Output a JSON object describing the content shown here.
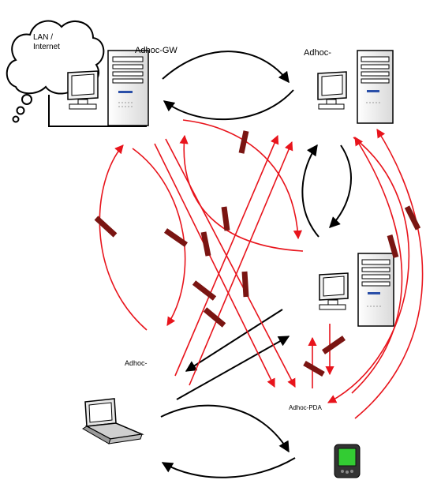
{
  "nodes": {
    "lan": {
      "label_line1": "LAN /",
      "label_line2": "Internet",
      "icon": "cloud-icon"
    },
    "gateway": {
      "label": "Adhoc-GW",
      "icon": "desktop-computer-icon"
    },
    "node_top_right": {
      "label": "Adhoc-",
      "icon": "desktop-computer-icon"
    },
    "node_mid_right": {
      "label": "",
      "icon": "desktop-computer-icon"
    },
    "node_laptop": {
      "label": "Adhoc-",
      "icon": "laptop-icon"
    },
    "node_pda": {
      "label": "Adhoc-PDA",
      "icon": "pda-icon"
    }
  },
  "colors": {
    "working_link": "#000000",
    "broken_link": "#e8141c",
    "break_marker": "#7a1512",
    "pda_screen": "#33cc33"
  }
}
